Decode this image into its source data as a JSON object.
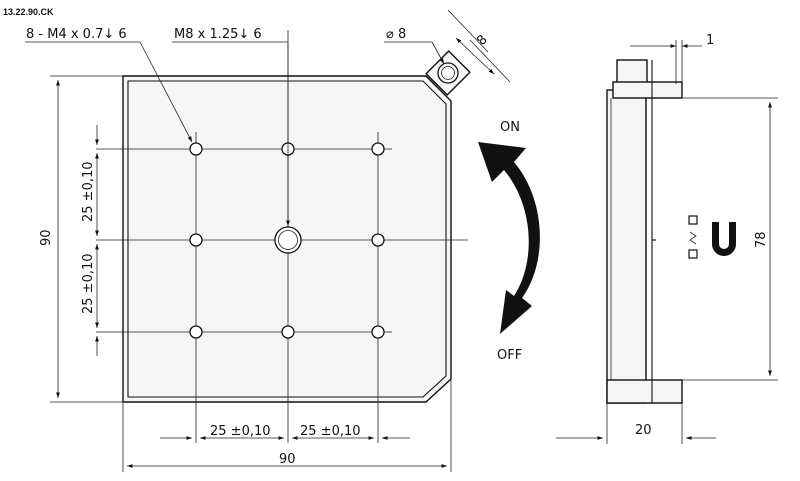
{
  "drawing": {
    "code": "13.22.90.CK",
    "callouts": {
      "m4_holes": "8 - M4 x 0.7↓ 6",
      "m8_hole": "M8 x 1.25↓ 6",
      "pin_diameter": "⌀ 8",
      "pin_width": "8",
      "thickness_offset": "1"
    },
    "front_view": {
      "height": "90",
      "width": "90",
      "pitch_y_upper": "25 ±0,10",
      "pitch_y_lower": "25 ±0,10",
      "pitch_x_left": "25 ±0,10",
      "pitch_x_right": "25 ±0,10"
    },
    "side_view": {
      "height": "78",
      "depth": "20"
    },
    "switch": {
      "on_label": "ON",
      "off_label": "OFF"
    }
  }
}
